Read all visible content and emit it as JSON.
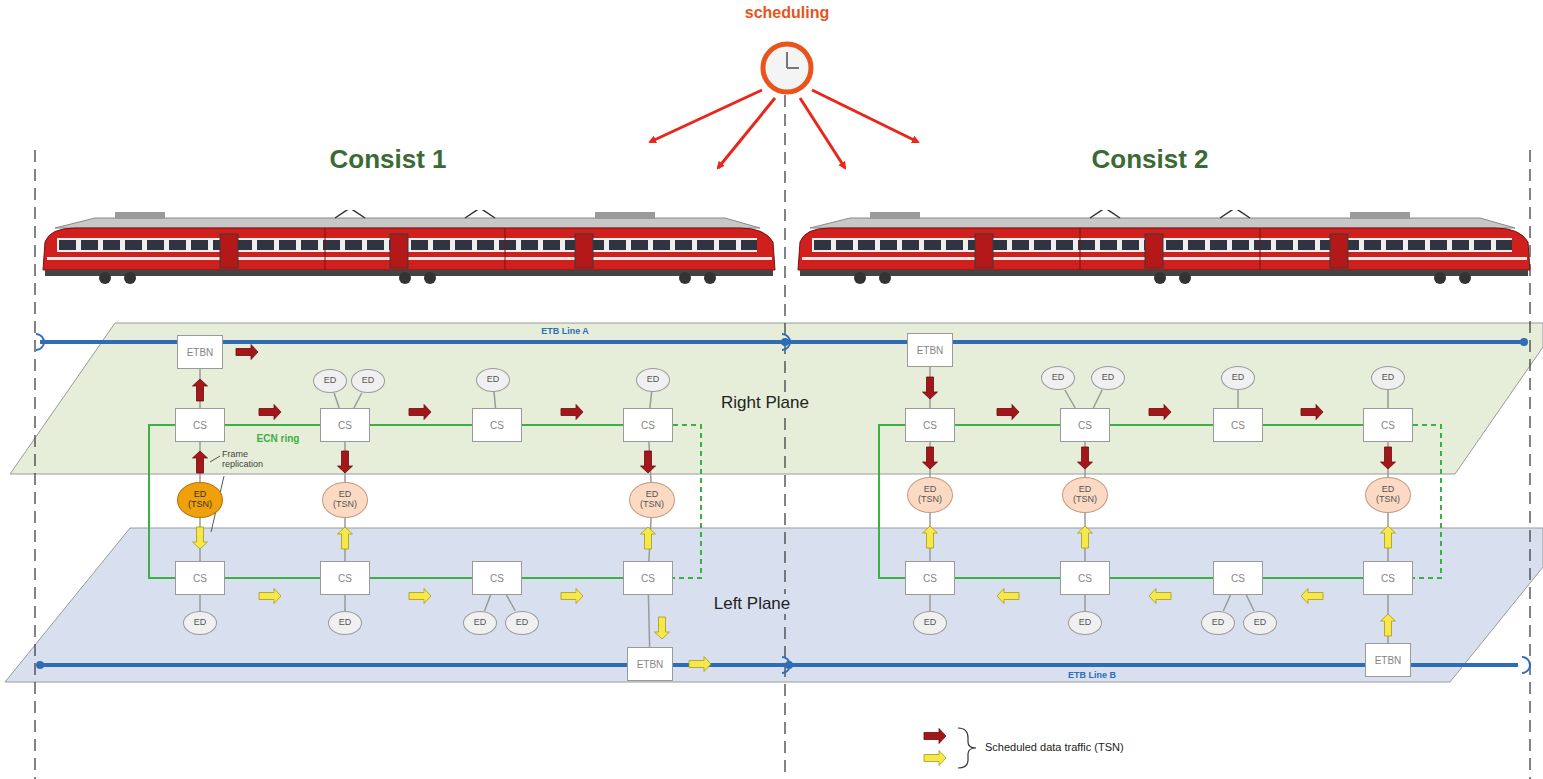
{
  "diagram": {
    "nodes": [
      {
        "text": [
          "ETBN"
        ]
      },
      {
        "text": [
          "CS"
        ]
      },
      {
        "text": [
          "CS"
        ]
      },
      {
        "text": [
          "CS"
        ]
      },
      {
        "text": [
          "CS"
        ]
      },
      {
        "text": [
          "ED"
        ]
      },
      {
        "text": [
          "ED"
        ]
      },
      {
        "text": [
          "ED"
        ]
      },
      {
        "text": [
          "ED"
        ]
      },
      {
        "text": [
          "ED (TSN)"
        ]
      },
      {
        "text": [
          "ED (TSN)"
        ]
      },
      {
        "text": [
          "ED (TSN)"
        ]
      },
      {
        "text": [
          "CS"
        ]
      },
      {
        "text": [
          "CS"
        ]
      },
      {
        "text": [
          "CS"
        ]
      },
      {
        "text": [
          "CS"
        ]
      },
      {
        "text": [
          "ED"
        ]
      },
      {
        "text": [
          "ED"
        ]
      },
      {
        "text": [
          "ED"
        ]
      },
      {
        "text": [
          "ED"
        ]
      },
      {
        "text": [
          "ETBN"
        ]
      },
      {
        "text": [
          "ETBN"
        ]
      },
      {
        "text": [
          "CS"
        ]
      },
      {
        "text": [
          "CS"
        ]
      },
      {
        "text": [
          "CS"
        ]
      },
      {
        "text": [
          "CS"
        ]
      },
      {
        "text": [
          "ED"
        ]
      },
      {
        "text": [
          "ED"
        ]
      },
      {
        "text": [
          "ED"
        ]
      },
      {
        "text": [
          "ED"
        ]
      },
      {
        "text": [
          "ED (TSN)"
        ]
      },
      {
        "text": [
          "ED (TSN)"
        ]
      },
      {
        "text": [
          "ED (TSN)"
        ]
      },
      {
        "text": [
          "CS"
        ]
      },
      {
        "text": [
          "CS"
        ]
      },
      {
        "text": [
          "CS"
        ]
      },
      {
        "text": [
          "CS"
        ]
      },
      {
        "text": [
          "ED"
        ]
      },
      {
        "text": [
          "ED"
        ]
      },
      {
        "text": [
          "ED"
        ]
      },
      {
        "text": [
          "ED"
        ]
      },
      {
        "text": [
          "ETBN"
        ]
      }
    ],
    "edges": [
      {
        "from": 0,
        "to": 1,
        "arrow": "none"
      },
      {
        "from": 1,
        "to": 2,
        "arrow": "none"
      },
      {
        "from": 2,
        "to": 3,
        "arrow": "none"
      },
      {
        "from": 3,
        "to": 4,
        "arrow": "none"
      },
      {
        "from": 2,
        "to": 5,
        "arrow": "none"
      },
      {
        "from": 2,
        "to": 6,
        "arrow": "none"
      },
      {
        "from": 3,
        "to": 7,
        "arrow": "none"
      },
      {
        "from": 4,
        "to": 8,
        "arrow": "none"
      },
      {
        "from": 9,
        "to": 1,
        "arrow": "none"
      },
      {
        "from": 9,
        "to": 12,
        "arrow": "none"
      },
      {
        "from": 10,
        "to": 2,
        "arrow": "none"
      },
      {
        "from": 10,
        "to": 13,
        "arrow": "none"
      },
      {
        "from": 11,
        "to": 4,
        "arrow": "none"
      },
      {
        "from": 11,
        "to": 15,
        "arrow": "none"
      },
      {
        "from": 12,
        "to": 13,
        "arrow": "none"
      },
      {
        "from": 13,
        "to": 14,
        "arrow": "none"
      },
      {
        "from": 14,
        "to": 15,
        "arrow": "none"
      },
      {
        "from": 12,
        "to": 16,
        "arrow": "none"
      },
      {
        "from": 13,
        "to": 17,
        "arrow": "none"
      },
      {
        "from": 14,
        "to": 18,
        "arrow": "none"
      },
      {
        "from": 14,
        "to": 19,
        "arrow": "none"
      },
      {
        "from": 15,
        "to": 20,
        "arrow": "none"
      },
      {
        "from": 1,
        "to": 12,
        "arrow": "none"
      },
      {
        "from": 4,
        "to": 15,
        "arrow": "none"
      },
      {
        "from": 21,
        "to": 22,
        "arrow": "none"
      },
      {
        "from": 22,
        "to": 23,
        "arrow": "none"
      },
      {
        "from": 23,
        "to": 24,
        "arrow": "none"
      },
      {
        "from": 24,
        "to": 25,
        "arrow": "none"
      },
      {
        "from": 23,
        "to": 26,
        "arrow": "none"
      },
      {
        "from": 23,
        "to": 27,
        "arrow": "none"
      },
      {
        "from": 24,
        "to": 28,
        "arrow": "none"
      },
      {
        "from": 25,
        "to": 29,
        "arrow": "none"
      },
      {
        "from": 30,
        "to": 22,
        "arrow": "none"
      },
      {
        "from": 30,
        "to": 33,
        "arrow": "none"
      },
      {
        "from": 31,
        "to": 23,
        "arrow": "none"
      },
      {
        "from": 31,
        "to": 34,
        "arrow": "none"
      },
      {
        "from": 32,
        "to": 25,
        "arrow": "none"
      },
      {
        "from": 32,
        "to": 36,
        "arrow": "none"
      },
      {
        "from": 33,
        "to": 34,
        "arrow": "none"
      },
      {
        "from": 34,
        "to": 35,
        "arrow": "none"
      },
      {
        "from": 35,
        "to": 36,
        "arrow": "none"
      },
      {
        "from": 33,
        "to": 37,
        "arrow": "none"
      },
      {
        "from": 34,
        "to": 38,
        "arrow": "none"
      },
      {
        "from": 35,
        "to": 39,
        "arrow": "none"
      },
      {
        "from": 35,
        "to": 40,
        "arrow": "none"
      },
      {
        "from": 36,
        "to": 41,
        "arrow": "none"
      },
      {
        "from": 22,
        "to": 33,
        "arrow": "none"
      },
      {
        "from": 25,
        "to": 36,
        "arrow": "none"
      }
    ],
    "labels": [
      "scheduling",
      "Consist 1",
      "Consist 2",
      "ETB Line A",
      "Right Plane",
      "ECN ring",
      "Frame replication",
      "Left Plane",
      "ETB Line B"
    ],
    "legend": [
      {
        "text": "Scheduled data traffic (TSN)"
      }
    ]
  }
}
